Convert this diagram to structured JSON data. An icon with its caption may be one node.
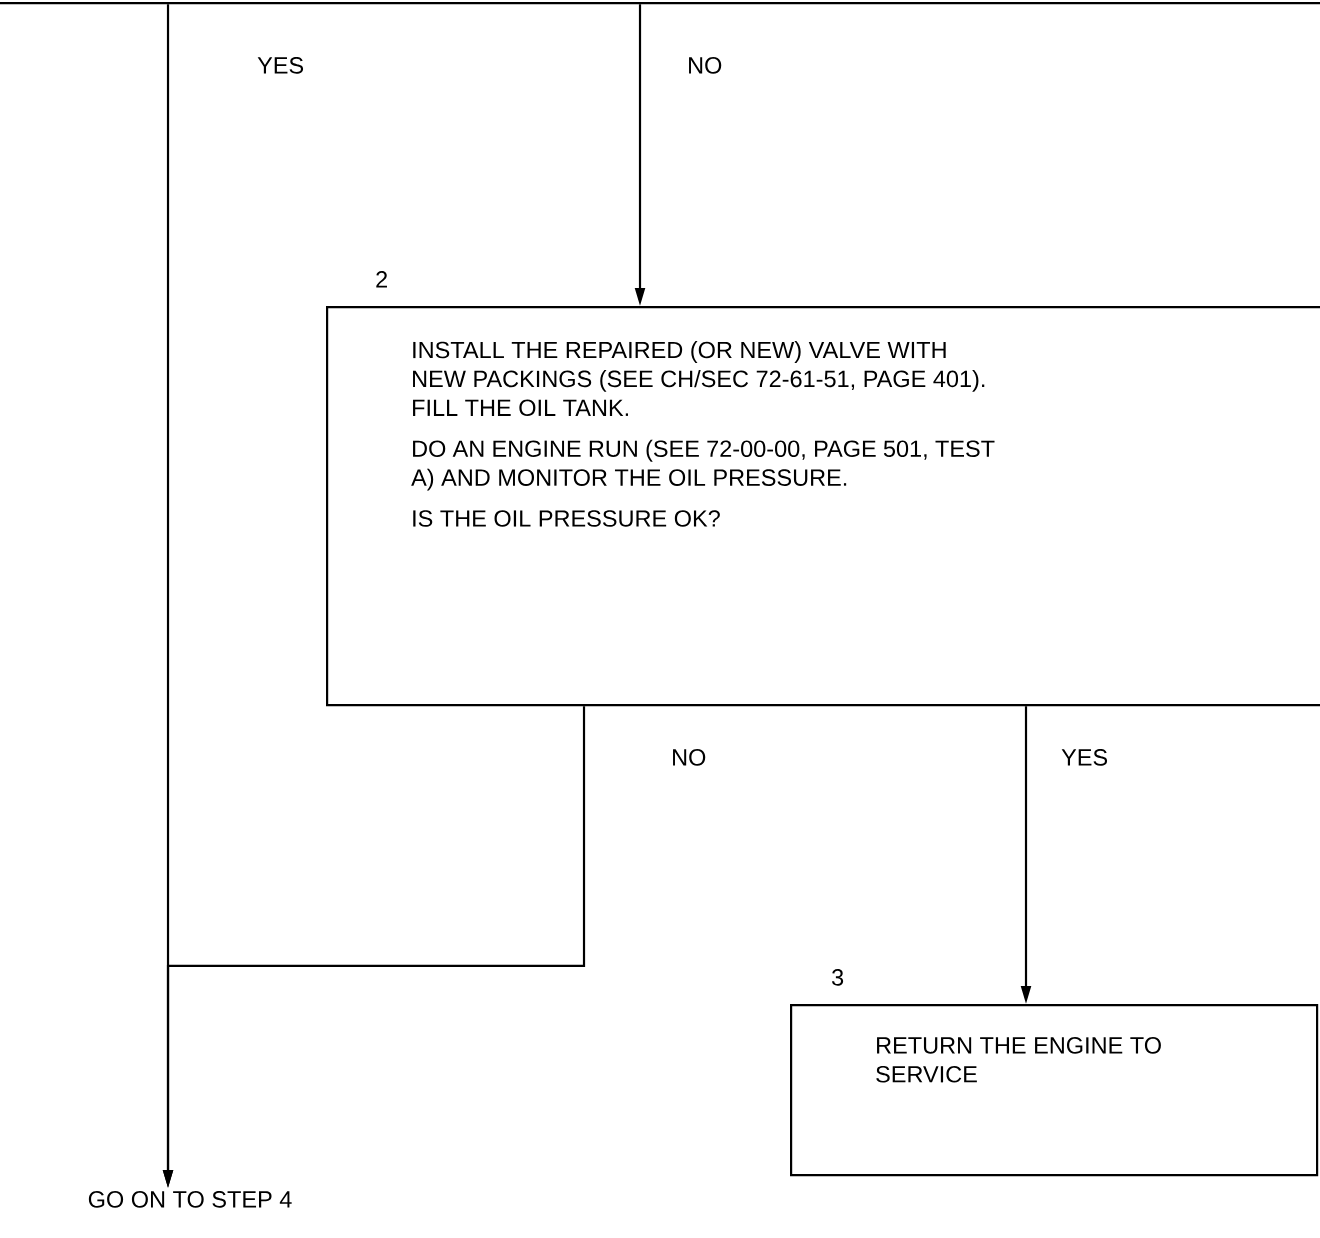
{
  "diagram": {
    "nodes": [
      {
        "text": [],
        "shape": "box"
      },
      {
        "text": [
          "INSTALL THE REPAIRED (OR NEW) VALVE WITH NEW PACKINGS (SEE CH/SEC 72-61-51, PAGE 401). FILL THE OIL TANK.",
          "DO AN ENGINE RUN (SEE 72-00-00, PAGE 501, TEST A) AND MONITOR THE OIL PRESSURE.",
          "IS THE OIL PRESSURE OK?"
        ],
        "beside": [
          "2"
        ]
      },
      {
        "text": [
          "RETURN THE ENGINE TO SERVICE"
        ],
        "beside": [
          "3"
        ]
      },
      {
        "text": [
          "GO ON TO STEP 4"
        ]
      }
    ],
    "edges": [
      {
        "from": 0,
        "to": 3,
        "arrow": "to",
        "label": "YES"
      },
      {
        "from": 0,
        "to": 1,
        "arrow": "to",
        "label": "NO"
      },
      {
        "from": 1,
        "to": 3,
        "arrow": "to",
        "label": "NO"
      },
      {
        "from": 1,
        "to": 2,
        "arrow": "to",
        "label": "YES"
      }
    ]
  }
}
